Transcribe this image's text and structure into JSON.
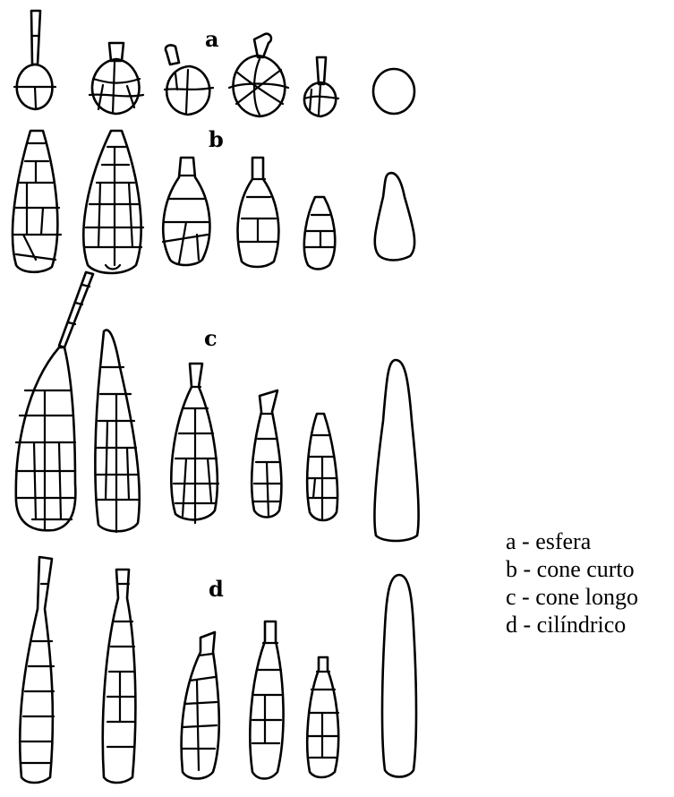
{
  "rows": [
    {
      "id": "a",
      "label": "a"
    },
    {
      "id": "b",
      "label": "b"
    },
    {
      "id": "c",
      "label": "c"
    },
    {
      "id": "d",
      "label": "d"
    }
  ],
  "legend": [
    {
      "key": "a",
      "text": "a - esfera"
    },
    {
      "key": "b",
      "text": "b - cone curto"
    },
    {
      "key": "c",
      "text": "c - cone longo"
    },
    {
      "key": "d",
      "text": "d - cilíndrico"
    }
  ]
}
